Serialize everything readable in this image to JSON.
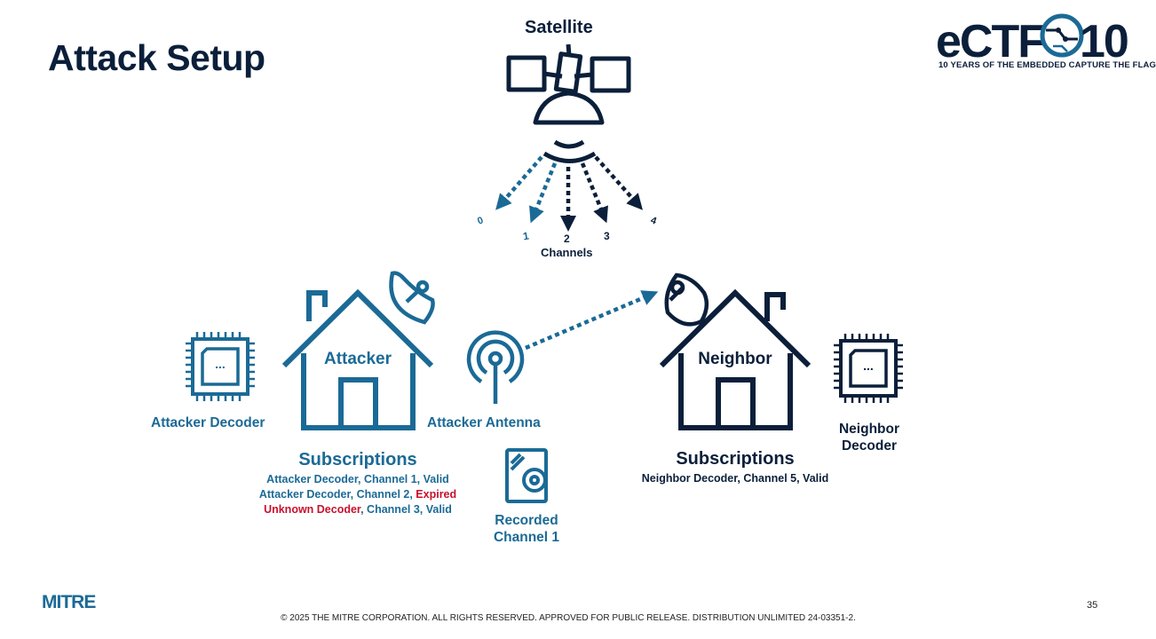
{
  "slide": {
    "title": "Attack Setup",
    "page_number": "35",
    "footer": "© 2025 THE MITRE CORPORATION. ALL RIGHTS RESERVED. APPROVED FOR PUBLIC RELEASE. DISTRIBUTION UNLIMITED 24-03351-2.",
    "mitre_logo": "MITRE"
  },
  "logo": {
    "text_left": "eCTF",
    "text_right": "10",
    "tagline": "10 YEARS OF THE EMBEDDED CAPTURE THE FLAG"
  },
  "satellite": {
    "label": "Satellite",
    "channels_label": "Channels",
    "channels": [
      "0",
      "1",
      "2",
      "3",
      "4"
    ]
  },
  "attacker": {
    "house_label": "Attacker",
    "decoder_label": "Attacker Decoder",
    "antenna_label": "Attacker Antenna",
    "subscriptions_title": "Subscriptions",
    "sub1": "Attacker Decoder, Channel 1, Valid",
    "sub2_prefix": "Attacker Decoder, Channel 2, ",
    "sub2_status": "Expired",
    "sub3_decoder": "Unknown Decoder",
    "sub3_rest": ", Channel 3, Valid",
    "recorded_line1": "Recorded",
    "recorded_line2": "Channel 1",
    "chip_text": "..."
  },
  "neighbor": {
    "house_label": "Neighbor",
    "decoder_line1": "Neighbor",
    "decoder_line2": "Decoder",
    "subscriptions_title": "Subscriptions",
    "sub1": "Neighbor Decoder, Channel 5, Valid",
    "chip_text": "..."
  },
  "colors": {
    "navy": "#0b1f3a",
    "blue": "#1b6a96",
    "red": "#c8102e"
  }
}
